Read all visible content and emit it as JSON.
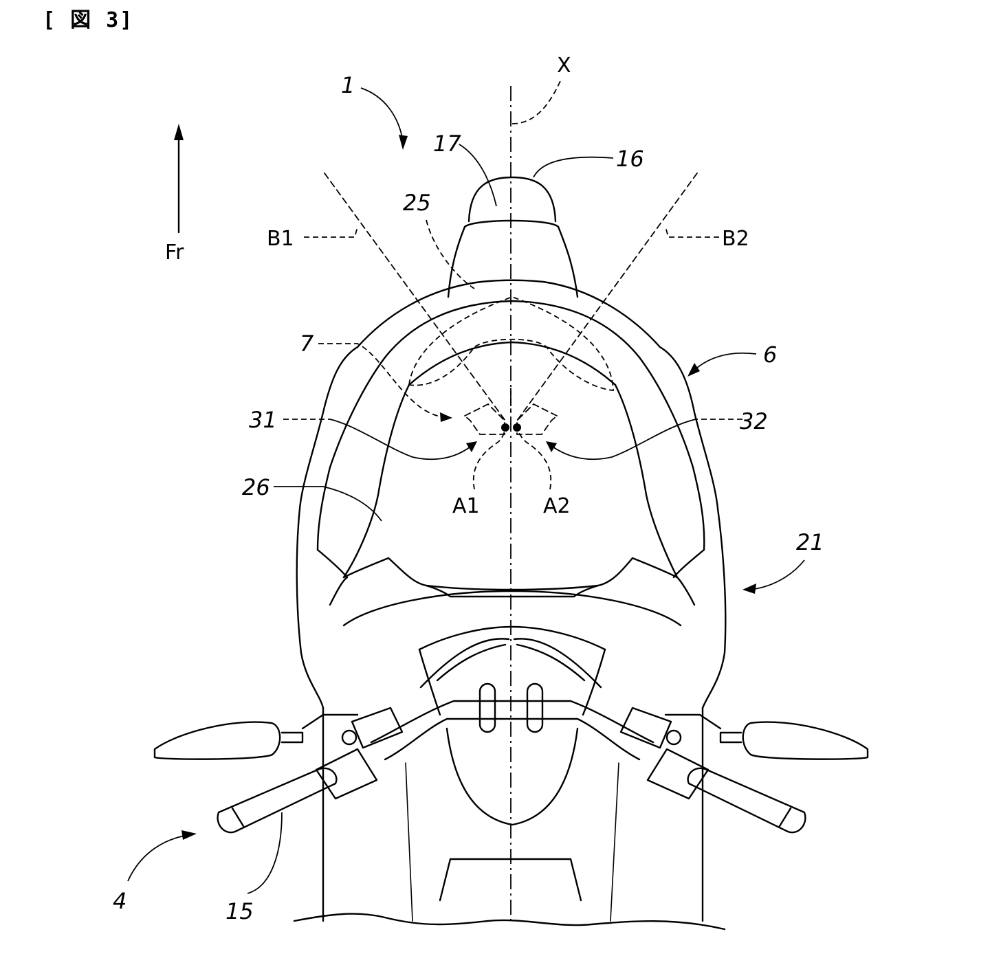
{
  "caption": "[ 図 3]",
  "direction_label": "Fr",
  "axis_label": "X",
  "labels": {
    "r1": "1",
    "r4": "4",
    "r6": "6",
    "r7": "7",
    "r15": "15",
    "r16": "16",
    "r17": "17",
    "r21": "21",
    "r25": "25",
    "r26": "26",
    "r31": "31",
    "r32": "32",
    "A1": "A1",
    "A2": "A2",
    "B1": "B1",
    "B2": "B2"
  }
}
